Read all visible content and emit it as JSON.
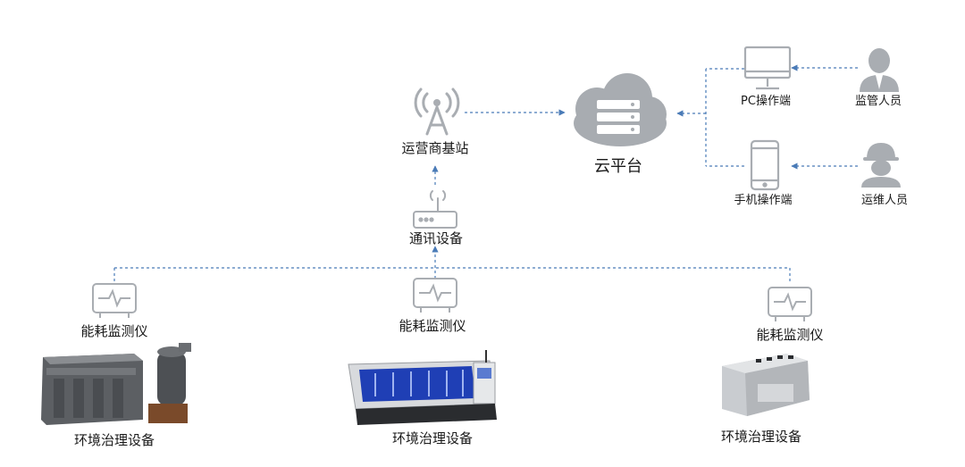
{
  "nodes": {
    "cloud": "云平台",
    "base_station": "运营商基站",
    "comm_device": "通讯设备",
    "pc_terminal": "PC操作端",
    "mobile_terminal": "手机操作端",
    "supervisor": "监管人员",
    "maintenance": "运维人员",
    "monitor_left": "能耗监测仪",
    "monitor_center": "能耗监测仪",
    "monitor_right": "能耗监测仪",
    "equipment_left": "环境治理设备",
    "equipment_center": "环境治理设备",
    "equipment_right": "环境治理设备"
  },
  "colors": {
    "icon_gray": "#a9adb2",
    "connector_blue": "#4a7bb7",
    "cloud_gray": "#a8acb1"
  },
  "icons": {
    "cloud": "cloud-server-icon",
    "base_station": "antenna-tower-icon",
    "comm_device": "router-icon",
    "pc": "monitor-icon",
    "mobile": "smartphone-icon",
    "supervisor": "person-icon",
    "maintenance": "worker-icon",
    "monitor": "meter-icon"
  }
}
